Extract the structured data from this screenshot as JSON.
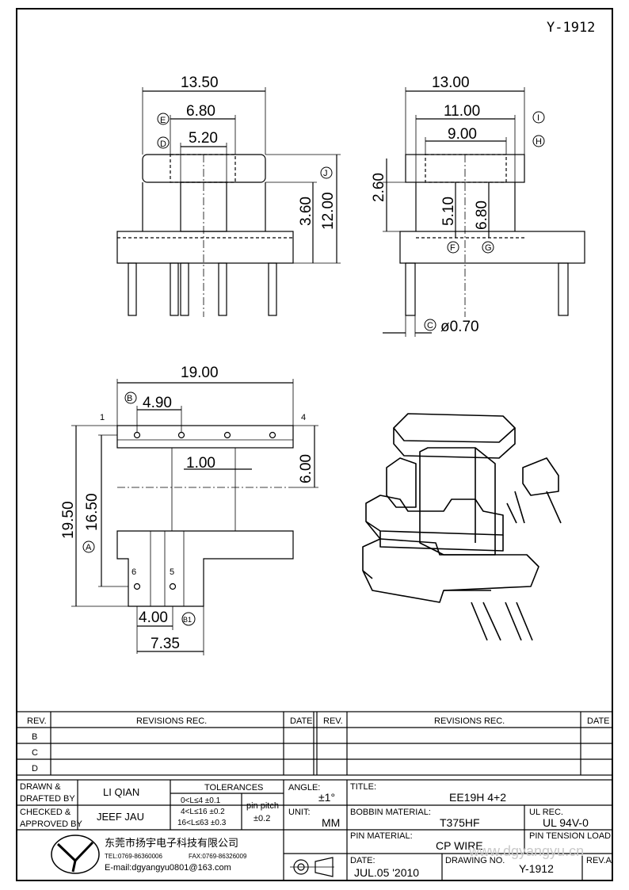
{
  "drawing_code": "Y-1912",
  "dims": {
    "front": {
      "w_total": "13.50",
      "w_mid": "6.80",
      "w_core": "5.20",
      "h_total": "12.00",
      "h_flange": "3.60",
      "tag_e": "E",
      "tag_d": "D",
      "tag_j": "J"
    },
    "side": {
      "w_total": "13.00",
      "w_mid": "11.00",
      "w_core": "9.00",
      "h_top": "2.60",
      "h_core": "5.10",
      "h_win": "6.80",
      "pin_dia": "ø0.70",
      "tag_i": "I",
      "tag_h": "H",
      "tag_f": "F",
      "tag_g": "G",
      "tag_c": "C"
    },
    "bottom": {
      "w_total": "19.00",
      "pitch": "4.90",
      "gap": "1.00",
      "h_top": "6.00",
      "h_total": "19.50",
      "h_mid": "16.50",
      "pitch2": "4.00",
      "w_tab": "7.35",
      "tag_b": "B",
      "tag_b1": "B1",
      "tag_a": "A",
      "pin1": "1",
      "pin4": "4",
      "pin5": "5",
      "pin6": "6"
    }
  },
  "revisions": {
    "headers": {
      "rev": "REV.",
      "desc": "REVISIONS    REC.",
      "date": "DATE"
    },
    "rows": [
      "B",
      "C",
      "D"
    ]
  },
  "title_block": {
    "drawn_label1": "DRAWN &",
    "drawn_label2": "DRAFTED BY",
    "drawn_value": "LI QIAN",
    "checked_label1": "CHECKED &",
    "checked_label2": "APPROVED BY",
    "checked_value": "JEEF JAU",
    "tol_label": "TOLERANCES",
    "tol_row1": "0<L≤4    ±0.1",
    "tol_row2": "4<L≤16  ±0.2",
    "tol_row3": "16<L≤63 ±0.3",
    "pitch_label": "pin pitch",
    "pitch_value": "±0.2",
    "angle_label": "ANGLE:",
    "angle_value": "±1°",
    "unit_label": "UNIT:",
    "unit_value": "MM",
    "title_label": "TITLE:",
    "title_value": "EE19H 4+2",
    "bobbin_label": "BOBBIN MATERIAL:",
    "bobbin_value": "T375HF",
    "ul_label": "UL REC.",
    "ul_value": "UL 94V-0",
    "pin_mat_label": "PIN MATERIAL:",
    "pin_mat_value": "CP WIRE",
    "tension_label": "PIN TENSION LOAD:",
    "date_label": "DATE:",
    "date_value": "JUL.05 '2010",
    "dwg_label": "DRAWING NO.",
    "dwg_value": "Y-1912",
    "rev_label": "REV.A",
    "company_cn": "东莞市扬宇电子科技有限公司",
    "tel": "TEL:0769-86360006",
    "fax": "FAX:0769-86326009",
    "email": "E-mail:dgyangyu0801@163.com",
    "watermark": "www.dgyangyu.cn"
  }
}
